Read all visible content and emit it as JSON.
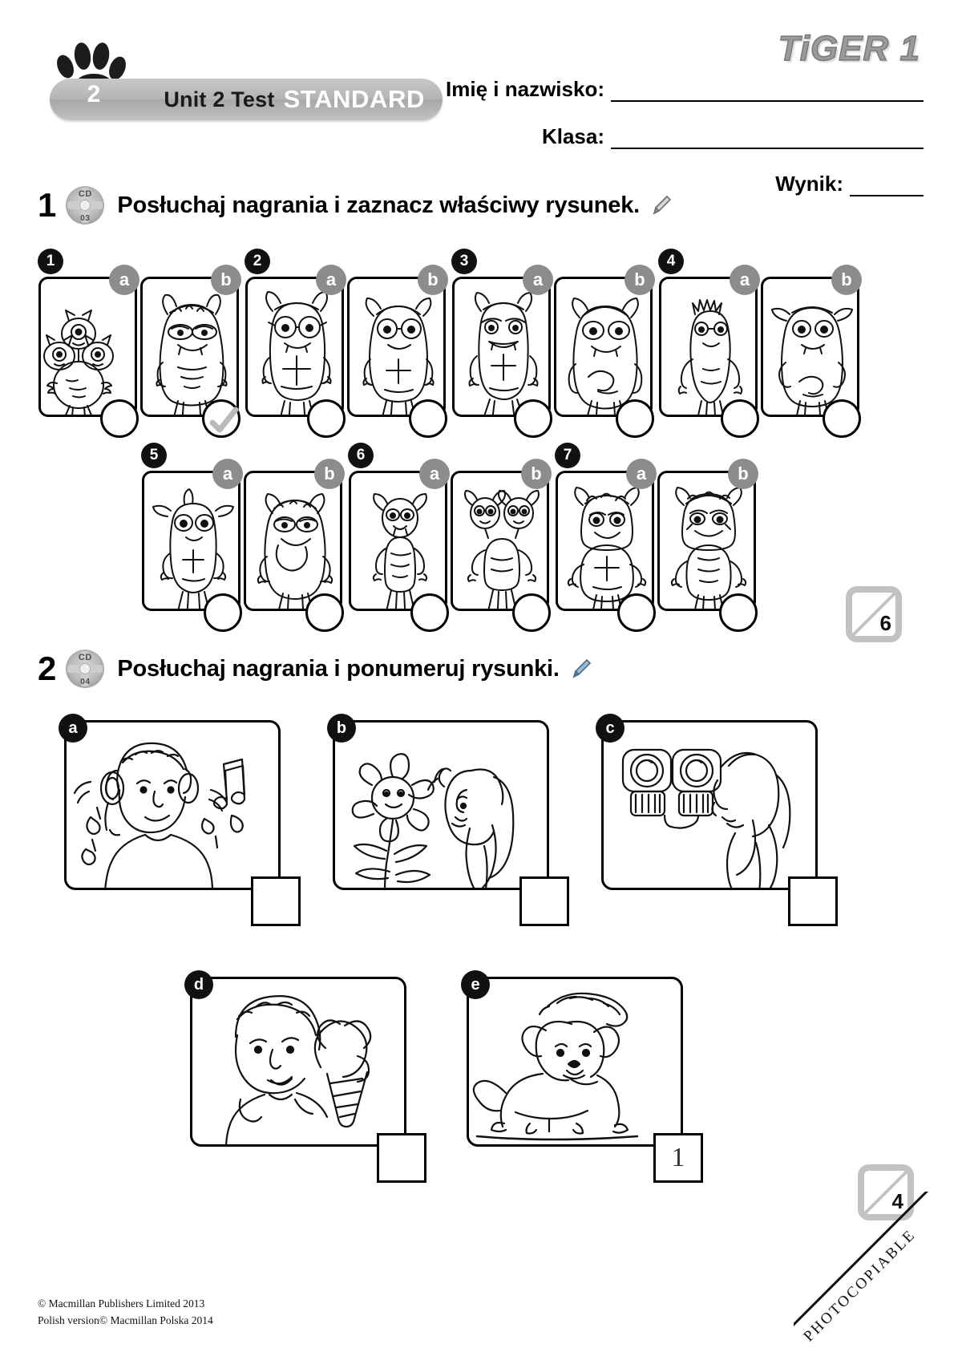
{
  "header": {
    "unit_badge_number": "2",
    "title_main": "Unit 2 Test",
    "title_level": "STANDARD",
    "brand": "TiGER 1",
    "fields": [
      {
        "label": "Imię i nazwisko:",
        "value": ""
      },
      {
        "label": "Klasa:",
        "value": ""
      },
      {
        "label": "Wynik:",
        "value": ""
      }
    ]
  },
  "exercises": [
    {
      "number": "1",
      "cd_label": "CD",
      "cd_track": "03",
      "instruction": "Posłuchaj nagrania i zaznacz właściwy rysunek.",
      "pencil_icon": "pencil-icon",
      "score_max": "6",
      "items": [
        {
          "num": "1",
          "options": [
            {
              "letter": "a",
              "selected": false,
              "picture": "monster-three-heads"
            },
            {
              "letter": "b",
              "selected": true,
              "picture": "monster-horned-big-eyes"
            }
          ]
        },
        {
          "num": "2",
          "options": [
            {
              "letter": "a",
              "selected": false,
              "picture": "monster-glasses-horns"
            },
            {
              "letter": "b",
              "selected": false,
              "picture": "monster-pointy-ears"
            }
          ]
        },
        {
          "num": "3",
          "options": [
            {
              "letter": "a",
              "selected": false,
              "picture": "monster-fangs-tall"
            },
            {
              "letter": "b",
              "selected": false,
              "picture": "monster-round-belly"
            }
          ]
        },
        {
          "num": "4",
          "options": [
            {
              "letter": "a",
              "selected": false,
              "picture": "monster-spiky-hair"
            },
            {
              "letter": "b",
              "selected": false,
              "picture": "monster-big-ears-oval"
            }
          ]
        },
        {
          "num": "5",
          "options": [
            {
              "letter": "a",
              "selected": false,
              "picture": "monster-antenna-ears"
            },
            {
              "letter": "b",
              "selected": false,
              "picture": "monster-beard-smile"
            }
          ]
        },
        {
          "num": "6",
          "options": [
            {
              "letter": "a",
              "selected": false,
              "picture": "monster-tall-thin"
            },
            {
              "letter": "b",
              "selected": false,
              "picture": "monster-two-heads-small"
            }
          ]
        },
        {
          "num": "7",
          "options": [
            {
              "letter": "a",
              "selected": false,
              "picture": "monster-fat-smiling"
            },
            {
              "letter": "b",
              "selected": false,
              "picture": "monster-wrinkled-old"
            }
          ]
        }
      ]
    },
    {
      "number": "2",
      "cd_label": "CD",
      "cd_track": "04",
      "instruction": "Posłuchaj nagrania i ponumeruj rysunki.",
      "pencil_icon": "pencil-icon",
      "score_max": "4",
      "pictures": [
        {
          "letter": "a",
          "picture": "boy-listening-headphones-music",
          "answer": ""
        },
        {
          "letter": "b",
          "picture": "girl-smelling-flower",
          "answer": ""
        },
        {
          "letter": "c",
          "picture": "girl-looking-through-binoculars",
          "answer": ""
        },
        {
          "letter": "d",
          "picture": "boy-tasting-ice-cream",
          "answer": ""
        },
        {
          "letter": "e",
          "picture": "hand-touching-puppy-dog",
          "answer": "1"
        }
      ]
    }
  ],
  "footer": {
    "line1": "© Macmillan Publishers Limited 2013",
    "line2": "Polish version© Macmillan Polska 2014",
    "photocopiable": "PHOTOCOPIABLE"
  },
  "colors": {
    "badge_gray": "#8c8c8c",
    "title_bar_gray": "#b4b4b4",
    "score_box_gray": "#c2c2c2",
    "ink": "#000000"
  }
}
